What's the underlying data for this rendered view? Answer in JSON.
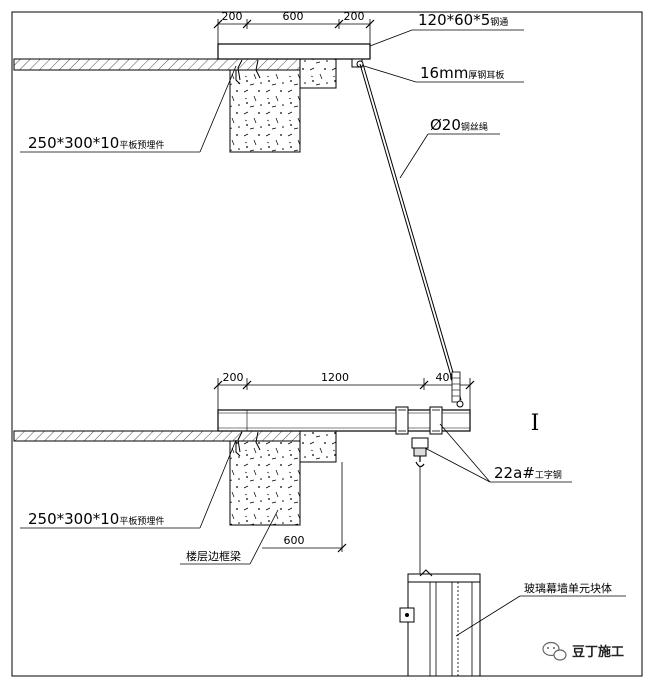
{
  "top_detail": {
    "dims": [
      "200",
      "600",
      "200"
    ],
    "steel_tube_label": "120*60*5",
    "steel_tube_suffix": "钢通",
    "ear_plate_label": "16mm",
    "ear_plate_suffix": "厚钢耳板",
    "wire_rope_label": "Ø20",
    "wire_rope_suffix": "钢丝绳",
    "embed_label": "250*300*10",
    "embed_suffix": "平板预埋件"
  },
  "bottom_detail": {
    "dims": [
      "200",
      "1200",
      "400"
    ],
    "beam_label": "22a#",
    "beam_suffix": "工字钢",
    "embed_label": "250*300*10",
    "embed_suffix": "平板预埋件",
    "edge_beam_label": "楼层边框梁",
    "dim_600": "600",
    "curtain_unit_label": "玻璃幕墙单元块体",
    "section_symbol": "I"
  },
  "watermark": {
    "icon": "wechat-icon",
    "text": "豆丁施工"
  }
}
